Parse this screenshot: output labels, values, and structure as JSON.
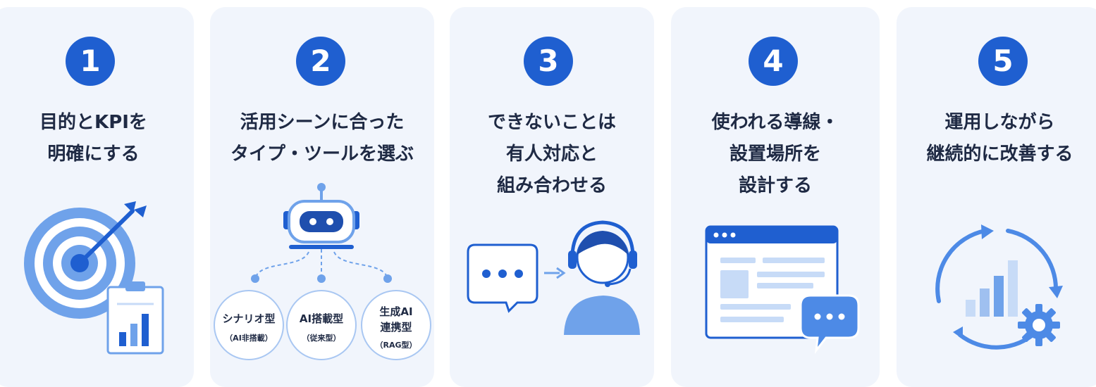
{
  "colors": {
    "accent": "#1f5fd0",
    "accent_light": "#6fa2ea",
    "pale": "#c7dbf7",
    "card_bg": "#f1f5fc",
    "text": "#1f2a44"
  },
  "steps": [
    {
      "number": "1",
      "title_lines": [
        "目的とKPIを",
        "明確にする"
      ],
      "icon": "target-and-clipboard-icon"
    },
    {
      "number": "2",
      "title_lines": [
        "活用シーンに合った",
        "タイプ・ツールを選ぶ"
      ],
      "icon": "robot-icon",
      "options": [
        {
          "line1": "シナリオ型",
          "line2": "（AI非搭載）"
        },
        {
          "line1": "AI搭載型",
          "line2": "（従来型）"
        },
        {
          "line1": "生成AI",
          "line1b": "連携型",
          "line2": "（RAG型）"
        }
      ]
    },
    {
      "number": "3",
      "title_lines": [
        "できないことは",
        "有人対応と",
        "組み合わせる"
      ],
      "icon": "chat-to-operator-icon"
    },
    {
      "number": "4",
      "title_lines": [
        "使われる導線・",
        "設置場所を",
        "設計する"
      ],
      "icon": "webpage-chat-widget-icon"
    },
    {
      "number": "5",
      "title_lines": [
        "運用しながら",
        "継続的に改善する"
      ],
      "icon": "improvement-cycle-icon"
    }
  ]
}
